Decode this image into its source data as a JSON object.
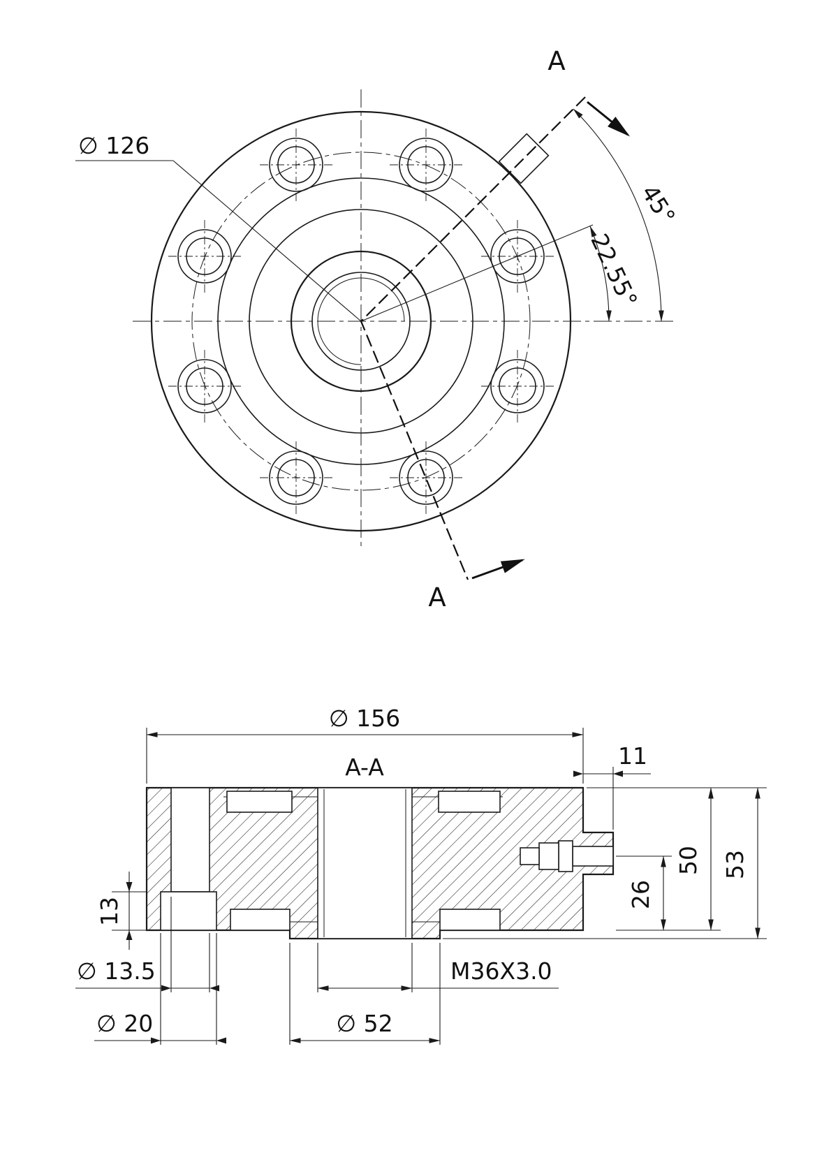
{
  "top_view": {
    "section_label_top": "A",
    "section_label_bottom": "A",
    "bolt_circle_diameter": "∅ 126",
    "section_angle": "45°",
    "bolt_angle": "22.55°"
  },
  "section_view": {
    "title": "A-A",
    "outer_diameter": "∅ 156",
    "connector_boss_width": "11",
    "counterbore_depth": "13",
    "bolt_hole_diameter": "∅ 13.5",
    "counterbore_diameter": "∅ 20",
    "boss_diameter": "∅ 52",
    "center_thread": "M36X3.0",
    "connector_height": "26",
    "inner_height": "50",
    "overall_height": "53"
  }
}
